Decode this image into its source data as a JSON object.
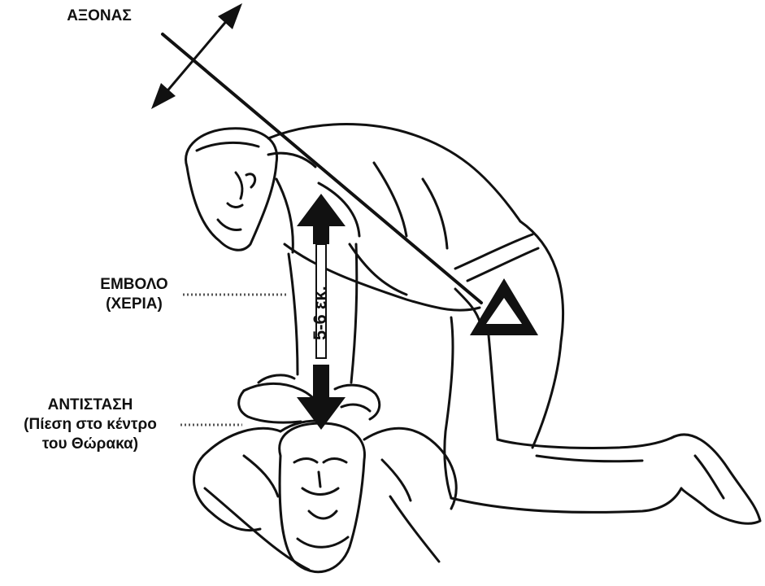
{
  "labels": {
    "axis": "ΑΞΟΝΑΣ",
    "piston_line1": "ΕΜΒΟΛΟ",
    "piston_line2": "(ΧΕΡΙΑ)",
    "resistance_line1": "ΑΝΤΙΣΤΑΣΗ",
    "resistance_line2": "(Πίεση στο κέντρο",
    "resistance_line3": "του Θώρακα)",
    "depth": "5-6 εκ.",
    "fulcrum_symbol": "Δ"
  },
  "colors": {
    "ink": "#111111",
    "paper": "#ffffff"
  }
}
